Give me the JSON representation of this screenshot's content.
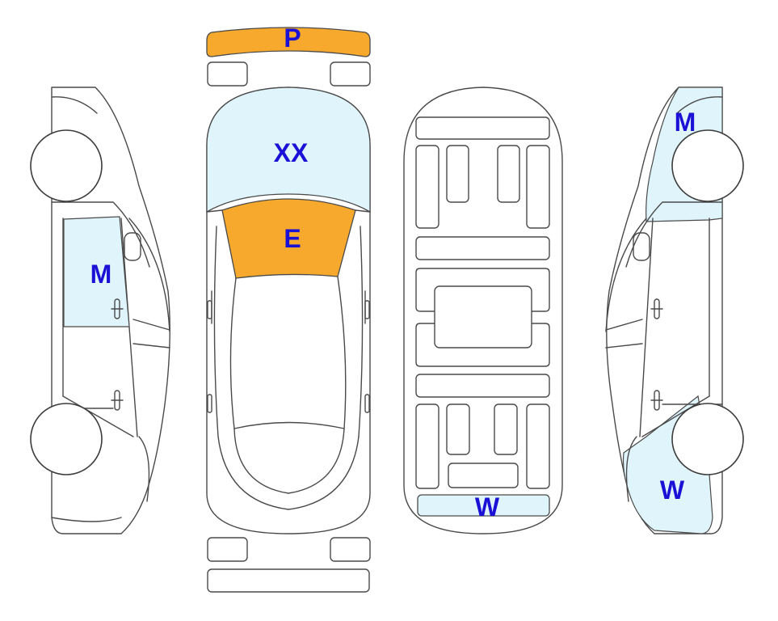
{
  "colors": {
    "light_blue": "#dff4fb",
    "orange": "#f6a92c",
    "label": "#1a10d6",
    "outline": "#4a4a4a"
  },
  "zones": {
    "rear_bumper": {
      "label": "P",
      "fill": "orange"
    },
    "roof": {
      "label": "XX",
      "fill": "light_blue"
    },
    "windshield": {
      "label": "E",
      "fill": "orange"
    },
    "left_front_door": {
      "label": "M",
      "fill": "light_blue"
    },
    "right_rear_fender": {
      "label": "M",
      "fill": "light_blue"
    },
    "right_front_fender": {
      "label": "W",
      "fill": "light_blue"
    },
    "underbody_front_bar": {
      "label": "W",
      "fill": "light_blue"
    }
  }
}
